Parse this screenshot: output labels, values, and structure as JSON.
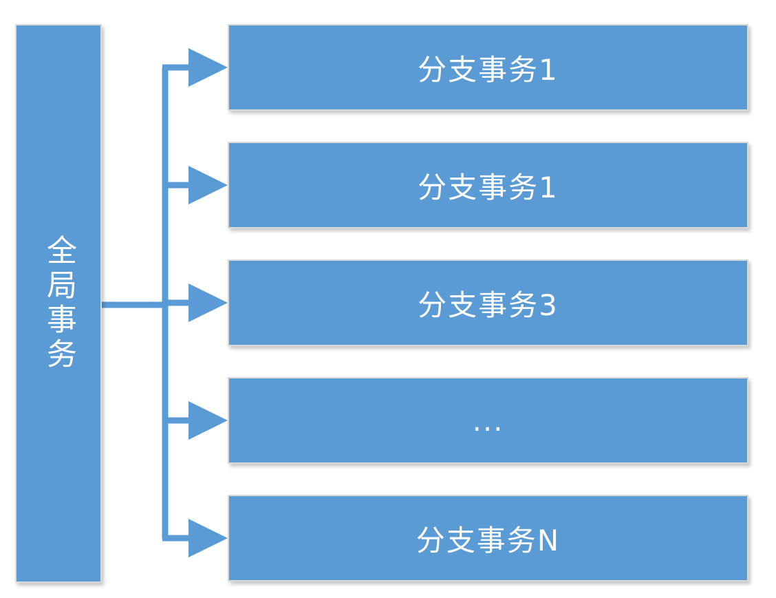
{
  "global_transaction": {
    "label": "全局事务"
  },
  "branches": [
    {
      "label": "分支事务1"
    },
    {
      "label": "分支事务1"
    },
    {
      "label": "分支事务3"
    },
    {
      "label": "..."
    },
    {
      "label": "分支事务N"
    }
  ],
  "colors": {
    "box_fill": "#5b9bd5",
    "box_border": "#d9d9d9",
    "connector": "#5b9bd5",
    "text": "#ffffff"
  }
}
